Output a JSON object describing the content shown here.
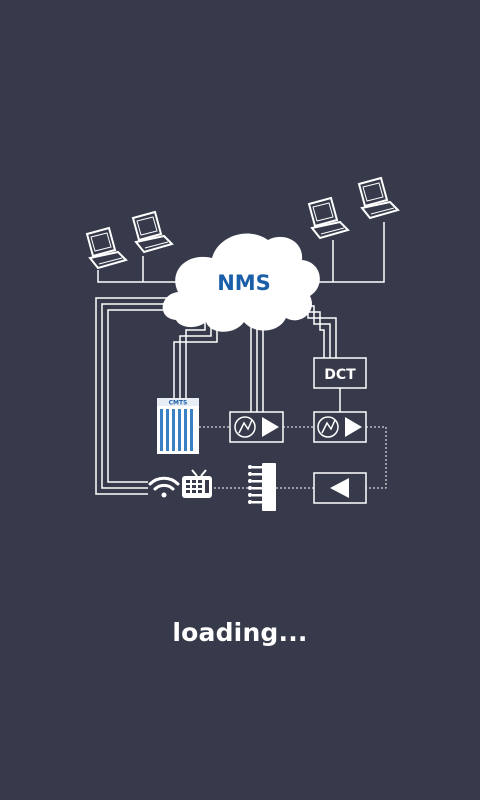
{
  "splash": {
    "cloud_label": "NMS",
    "dct_label": "DCT",
    "cmts_label": "CMTS",
    "loading_text": "loading..."
  },
  "colors": {
    "background": "#363a4a",
    "line": "#ffffff",
    "accent": "#1a5fa8"
  },
  "icons": [
    "workstation-icon",
    "cloud-icon",
    "cmts-rack-icon",
    "amplifier-icon",
    "splitter-icon",
    "wifi-icon",
    "tv-icon",
    "reverse-amplifier-icon"
  ]
}
